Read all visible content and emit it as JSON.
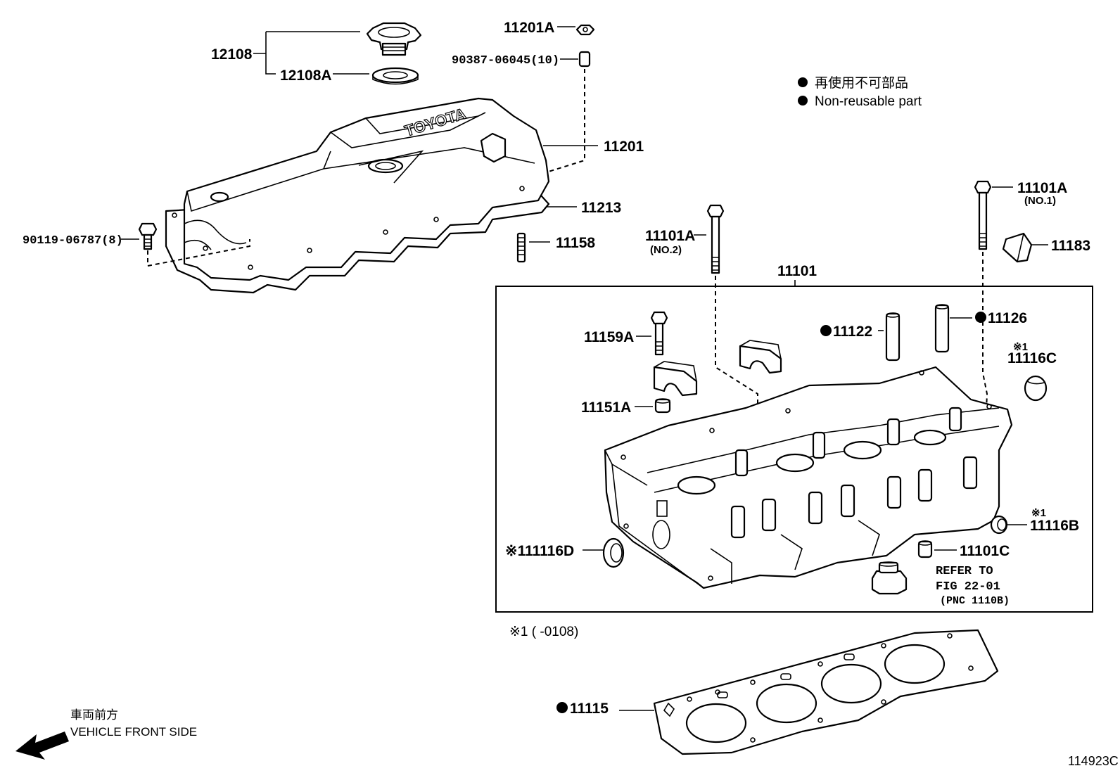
{
  "legend": {
    "jp": "再使用不可部品",
    "en": "Non-reusable part"
  },
  "front": {
    "jp": "車両前方",
    "en": "VEHICLE FRONT SIDE"
  },
  "footnote": "※1 (        -0108)",
  "figure_id": "114923C",
  "refer": {
    "line1": "REFER TO",
    "line2": "FIG 22-01",
    "line3": "(PNC 1110B)"
  },
  "labels": {
    "p11201A": "11201A",
    "p90387": "90387-06045(10)",
    "p12108": "12108",
    "p12108A": "12108A",
    "p11201": "11201",
    "p11213": "11213",
    "p90119": "90119-06787(8)",
    "p11158": "11158",
    "p11101A_no2": "11101A",
    "no2": "(NO.2)",
    "p11101A_no1": "11101A",
    "no1": "(NO.1)",
    "p11183": "11183",
    "p11101": "11101",
    "p11159A": "11159A",
    "p11122": "11122",
    "p11126": "11126",
    "mark_c": "※1",
    "p11116C": "11116C",
    "p11151A": "11151A",
    "mark_b": "※1",
    "p11116B": "11116B",
    "p11116D": "※111116D",
    "p11101C": "11101C",
    "p11115": "11115"
  }
}
